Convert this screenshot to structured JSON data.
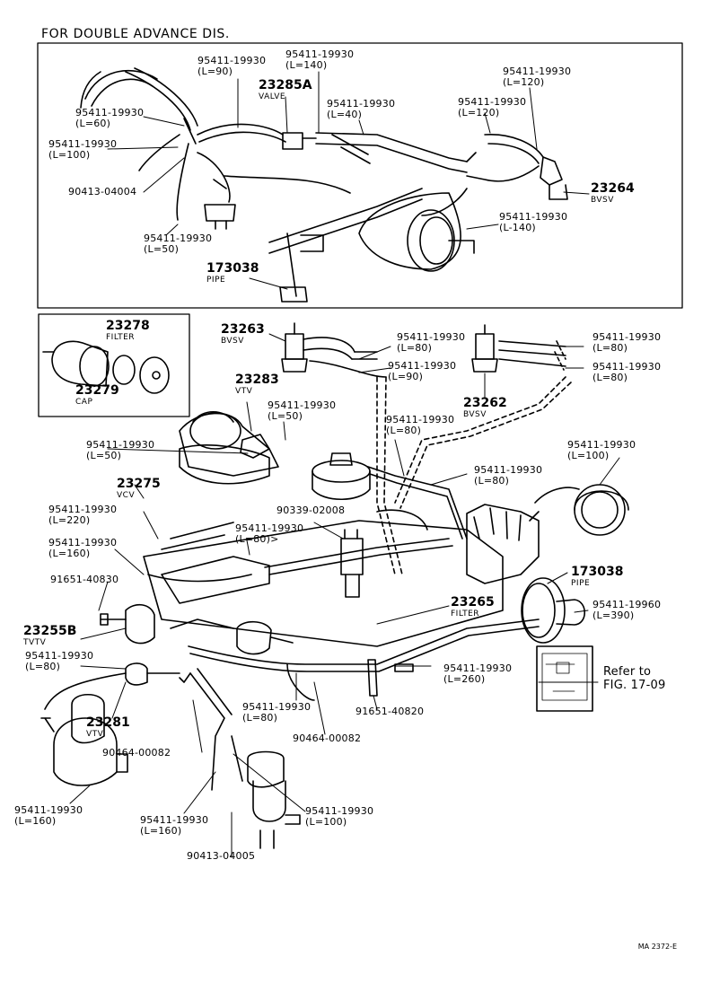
{
  "title": "FOR DOUBLE ADVANCE DIS.",
  "drawing_code": "MA 2372-E",
  "refer": {
    "line1": "Refer to",
    "line2": "FIG. 17-09"
  },
  "top_panel": {
    "h_90": {
      "part": "95411-19930",
      "len": "(L=90)"
    },
    "h_140": {
      "part": "95411-19930",
      "len": "(L=140)"
    },
    "h_60": {
      "part": "95411-19930",
      "len": "(L=60)"
    },
    "h_100": {
      "part": "95411-19930",
      "len": "(L=100)"
    },
    "clamp": {
      "part": "90413-04004"
    },
    "h_50": {
      "part": "95411-19930",
      "len": "(L=50)"
    },
    "valve": {
      "part": "23285A",
      "name": "VALVE"
    },
    "h_40": {
      "part": "95411-19930",
      "len": "(L=40)"
    },
    "h_120a": {
      "part": "95411-19930",
      "len": "(L=120)"
    },
    "h_120b": {
      "part": "95411-19930",
      "len": "(L=120)"
    },
    "bvsv": {
      "part": "23264",
      "name": "BVSV"
    },
    "h_140b": {
      "part": "95411-19930",
      "len": "(L-140)"
    },
    "pipe": {
      "part": "173038",
      "name": "PIPE"
    }
  },
  "filter_box": {
    "filter": {
      "part": "23278",
      "name": "FILTER"
    },
    "cap": {
      "part": "23279",
      "name": "CAP"
    }
  },
  "main": {
    "bvsv_a": {
      "part": "23263",
      "name": "BVSV"
    },
    "h_80a": {
      "part": "95411-19930",
      "len": "(L=80)"
    },
    "h_90": {
      "part": "95411-19930",
      "len": "(L=90)"
    },
    "bvsv_b": {
      "part": "23262",
      "name": "BVSV"
    },
    "h_80b": {
      "part": "95411-19930",
      "len": "(L=80)"
    },
    "h_80c": {
      "part": "95411-19930",
      "len": "(L=80)"
    },
    "vtv": {
      "part": "23283",
      "name": "VTV"
    },
    "h_50a": {
      "part": "95411-19930",
      "len": "(L=50)"
    },
    "h_80d": {
      "part": "95411-19930",
      "len": "(L=80)"
    },
    "h_100a": {
      "part": "95411-19930",
      "len": "(L=100)"
    },
    "h_50b": {
      "part": "95411-19930",
      "len": "(L=50)"
    },
    "h_80e": {
      "part": "95411-19930",
      "len": "(L=80)"
    },
    "vcv": {
      "part": "23275",
      "name": "VCV"
    },
    "h_220": {
      "part": "95411-19930",
      "len": "(L=220)"
    },
    "tvalve": {
      "part": "90339-02008"
    },
    "h_80f": {
      "part": "95411-19930",
      "len": "(L=80)>"
    },
    "h_160a": {
      "part": "95411-19930",
      "len": "(L=160)"
    },
    "pipe": {
      "part": "173038",
      "name": "PIPE"
    },
    "bracket": {
      "part": "91651-40830"
    },
    "filter": {
      "part": "23265",
      "name": "FILTER"
    },
    "h_390": {
      "part": "95411-19960",
      "len": "(L=390)"
    },
    "tvtv": {
      "part": "23255B",
      "name": "TVTV"
    },
    "h_80g": {
      "part": "95411-19930",
      "len": "(L=80)"
    },
    "h_260": {
      "part": "95411-19930",
      "len": "(L=260)"
    },
    "h_80h": {
      "part": "95411-19930",
      "len": "(L=80)"
    },
    "vtv2": {
      "part": "23281",
      "name": "VTV"
    },
    "bolt": {
      "part": "91651-40820"
    },
    "clamp_a": {
      "part": "90464-00082"
    },
    "clamp_b": {
      "part": "90464-00082"
    },
    "h_160b": {
      "part": "95411-19930",
      "len": "(L=160)"
    },
    "h_160c": {
      "part": "95411-19930",
      "len": "(L=160)"
    },
    "h_100b": {
      "part": "95411-19930",
      "len": "(L=100)"
    },
    "clamp_c": {
      "part": "90413-04005"
    }
  }
}
